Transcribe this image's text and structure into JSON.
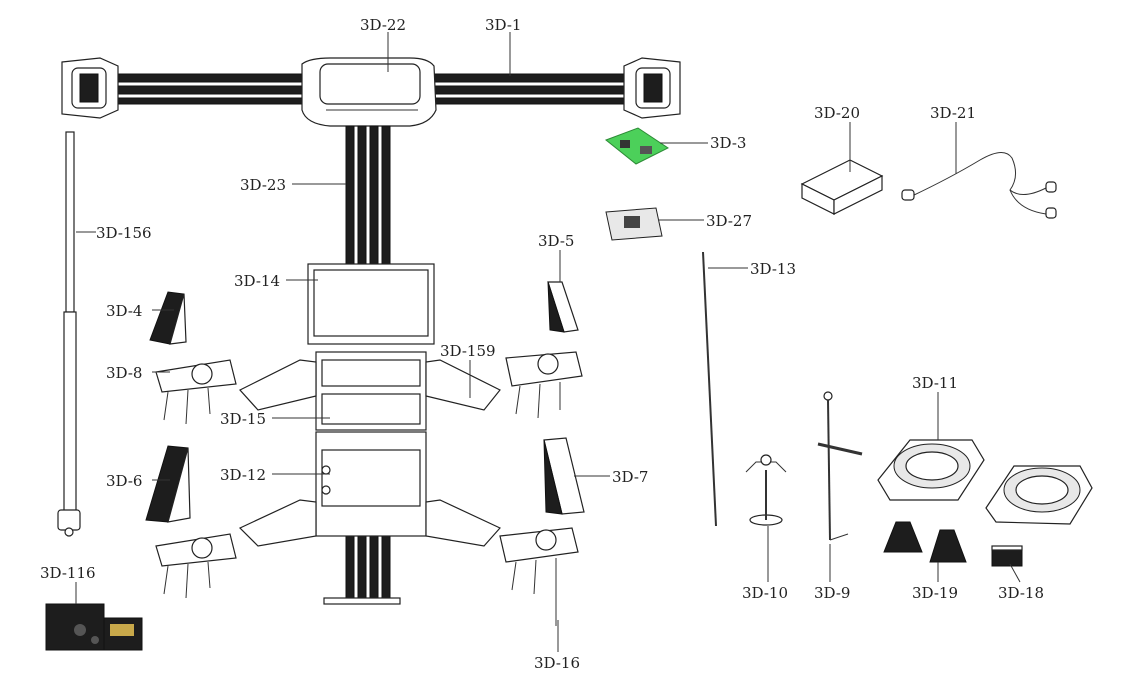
{
  "diagram": {
    "colors": {
      "line": "#222222",
      "board_green": "#4cd05a",
      "part_dark": "#1d1d1d",
      "background": "#ffffff"
    },
    "labels": {
      "l_3d_1": "3D-1",
      "l_3d_22": "3D-22",
      "l_3d_23": "3D-23",
      "l_3d_156": "3D-156",
      "l_3d_3": "3D-3",
      "l_3d_20": "3D-20",
      "l_3d_21": "3D-21",
      "l_3d_27": "3D-27",
      "l_3d_13": "3D-13",
      "l_3d_14": "3D-14",
      "l_3d_5": "3D-5",
      "l_3d_4": "3D-4",
      "l_3d_8": "3D-8",
      "l_3d_159": "3D-159",
      "l_3d_15": "3D-15",
      "l_3d_12": "3D-12",
      "l_3d_6": "3D-6",
      "l_3d_7": "3D-7",
      "l_3d_11": "3D-11",
      "l_3d_116": "3D-116",
      "l_3d_10": "3D-10",
      "l_3d_9": "3D-9",
      "l_3d_19": "3D-19",
      "l_3d_18": "3D-18",
      "l_3d_16": "3D-16"
    }
  }
}
